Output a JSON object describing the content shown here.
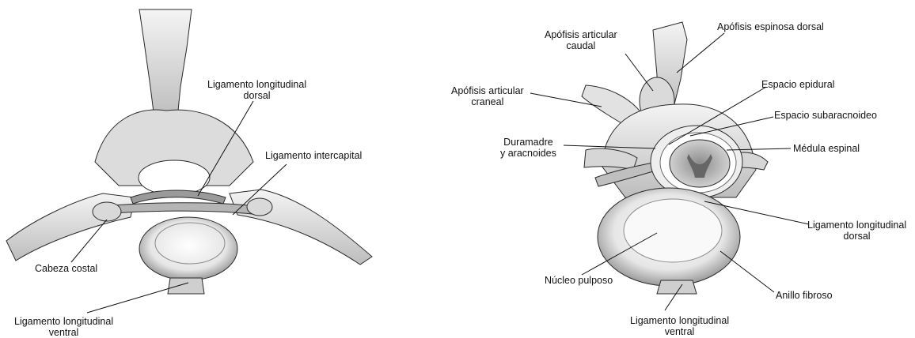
{
  "left_figure": {
    "labels": {
      "dorsal_ligament": "Ligamento longitudinal\ndorsal",
      "intercapital_ligament": "Ligamento intercapital",
      "costal_head": "Cabeza costal",
      "ventral_ligament": "Ligamento longitudinal\nventral"
    }
  },
  "right_figure": {
    "labels": {
      "caudal_articular": "Apófisis articular\ncaudal",
      "dorsal_spinous": "Apófisis espinosa dorsal",
      "cranial_articular": "Apófisis articular\ncraneal",
      "epidural_space": "Espacio epidural",
      "subarachnoid_space": "Espacio subaracnoideo",
      "dura_arachnoid": "Duramadre\ny aracnoides",
      "spinal_cord": "Médula espinal",
      "dorsal_ligament": "Ligamento longitudinal\ndorsal",
      "nucleus_pulposus": "Núcleo pulposo",
      "annulus_fibrosus": "Anillo fibroso",
      "ventral_ligament": "Ligamento longitudinal\nventral"
    }
  },
  "colors": {
    "bone_light": "#efefef",
    "bone_mid": "#cfcfcf",
    "bone_dark": "#8a8a8a",
    "outline": "#2a2a2a",
    "leader": "#111111"
  }
}
